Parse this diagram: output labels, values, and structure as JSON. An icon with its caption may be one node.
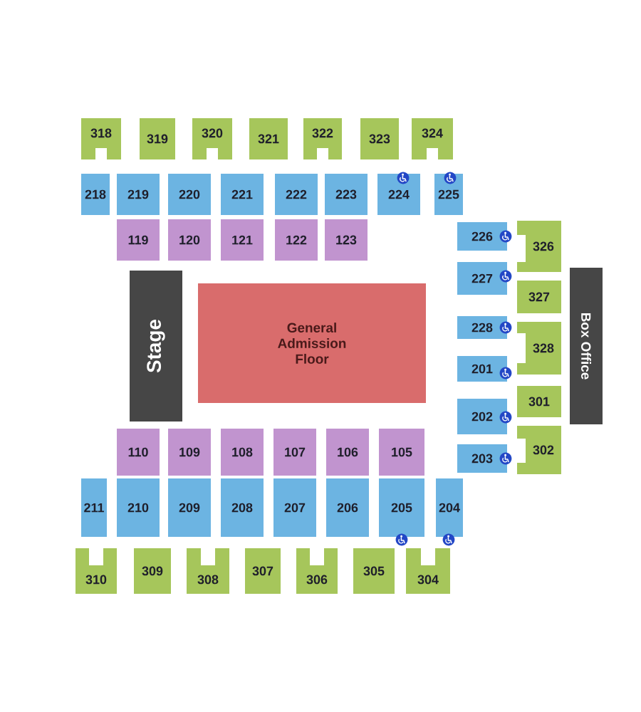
{
  "diagram": {
    "nodes": [
      {
        "text": [
          "318"
        ]
      },
      {
        "text": [
          "319"
        ]
      },
      {
        "text": [
          "320"
        ]
      },
      {
        "text": [
          "321"
        ]
      },
      {
        "text": [
          "322"
        ]
      },
      {
        "text": [
          "323"
        ]
      },
      {
        "text": [
          "324"
        ]
      },
      {
        "text": [
          "218"
        ]
      },
      {
        "text": [
          "219"
        ]
      },
      {
        "text": [
          "220"
        ]
      },
      {
        "text": [
          "221"
        ]
      },
      {
        "text": [
          "222"
        ]
      },
      {
        "text": [
          "223"
        ]
      },
      {
        "text": [
          "224"
        ]
      },
      {
        "text": [
          "225"
        ]
      },
      {
        "text": [
          "119"
        ]
      },
      {
        "text": [
          "120"
        ]
      },
      {
        "text": [
          "121"
        ]
      },
      {
        "text": [
          "122"
        ]
      },
      {
        "text": [
          "123"
        ]
      },
      {
        "text": [
          "Stage"
        ]
      },
      {
        "text": [
          "General Admission Floor"
        ]
      },
      {
        "text": [
          "226"
        ]
      },
      {
        "text": [
          "326"
        ]
      },
      {
        "text": [
          "227"
        ]
      },
      {
        "text": [
          "327"
        ]
      },
      {
        "text": [
          "228"
        ]
      },
      {
        "text": [
          "328"
        ]
      },
      {
        "text": [
          "201"
        ]
      },
      {
        "text": [
          "301"
        ]
      },
      {
        "text": [
          "202"
        ]
      },
      {
        "text": [
          "302"
        ]
      },
      {
        "text": [
          "203"
        ]
      },
      {
        "text": [
          "Box Office"
        ]
      },
      {
        "text": [
          "110"
        ]
      },
      {
        "text": [
          "109"
        ]
      },
      {
        "text": [
          "108"
        ]
      },
      {
        "text": [
          "107"
        ]
      },
      {
        "text": [
          "106"
        ]
      },
      {
        "text": [
          "105"
        ]
      },
      {
        "text": [
          "211"
        ]
      },
      {
        "text": [
          "210"
        ]
      },
      {
        "text": [
          "209"
        ]
      },
      {
        "text": [
          "208"
        ]
      },
      {
        "text": [
          "207"
        ]
      },
      {
        "text": [
          "206"
        ]
      },
      {
        "text": [
          "205"
        ]
      },
      {
        "text": [
          "204"
        ]
      },
      {
        "text": [
          "310"
        ]
      },
      {
        "text": [
          "309"
        ]
      },
      {
        "text": [
          "308"
        ]
      },
      {
        "text": [
          "307"
        ]
      },
      {
        "text": [
          "306"
        ]
      },
      {
        "text": [
          "305"
        ]
      },
      {
        "text": [
          "304"
        ]
      }
    ]
  }
}
